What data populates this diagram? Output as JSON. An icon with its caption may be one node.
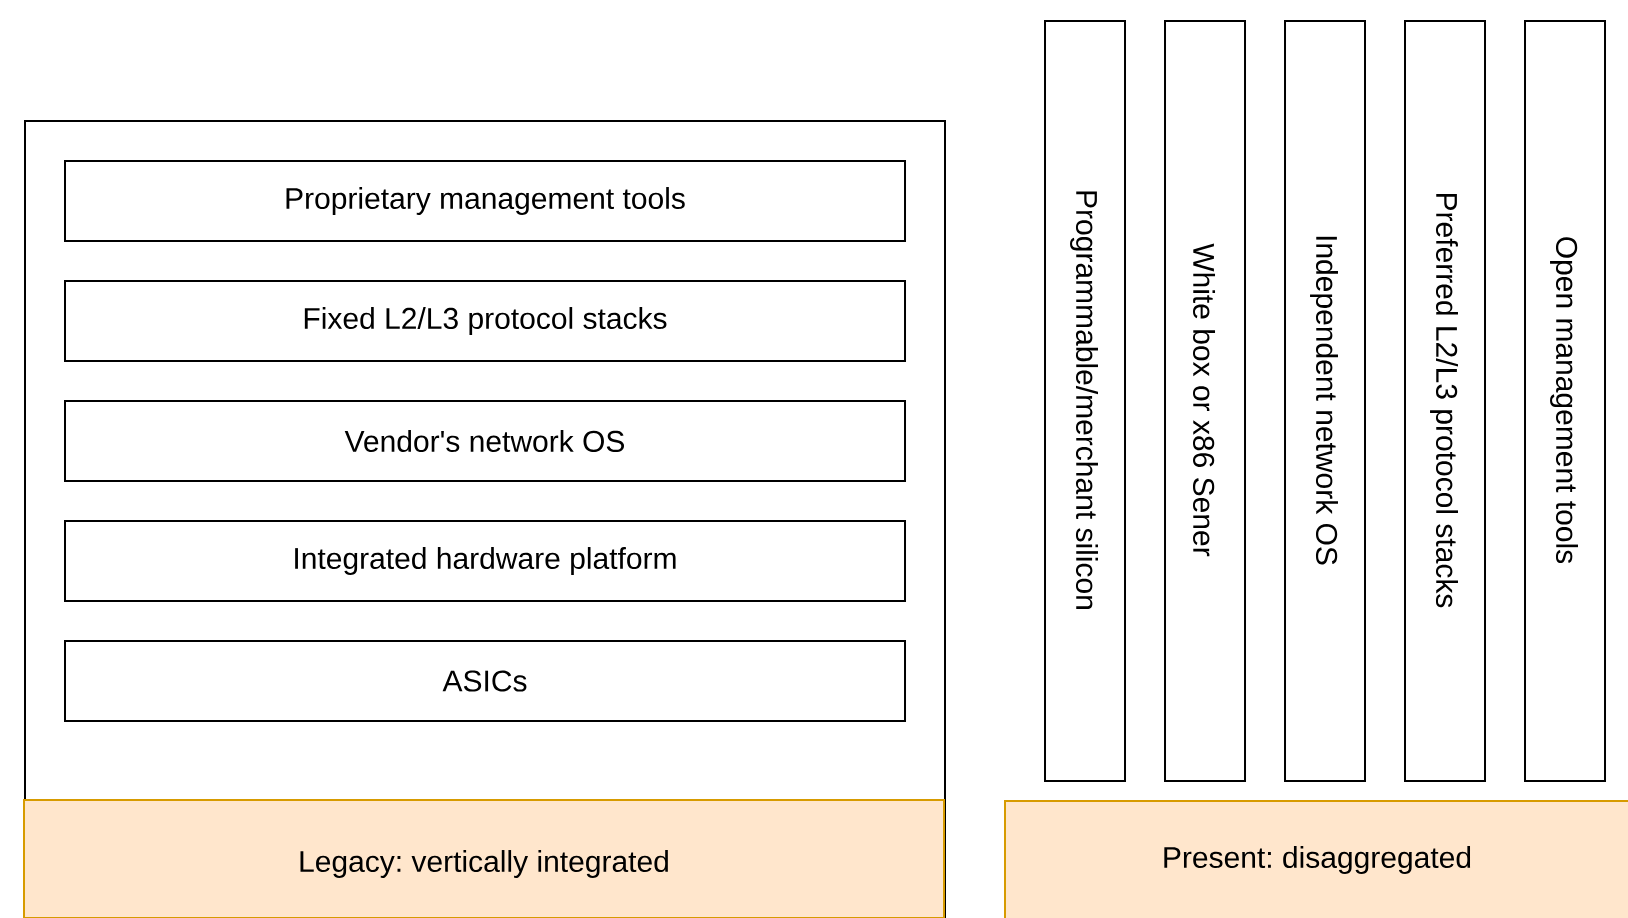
{
  "diagram": {
    "nodes": [
      {
        "text": [
          "Legacy: vertically integrated"
        ]
      },
      {
        "text": [
          "Proprietary management tools"
        ],
        "in": 0
      },
      {
        "text": [
          "Fixed L2/L3 protocol stacks"
        ],
        "in": 0
      },
      {
        "text": [
          "Vendor's network OS"
        ],
        "in": 0
      },
      {
        "text": [
          "Integrated hardware platform"
        ],
        "in": 0
      },
      {
        "text": [
          "ASICs"
        ],
        "in": 0
      },
      {
        "text": [
          "Present: disaggregated"
        ]
      },
      {
        "text": [
          "Programmable/merchant  silicon"
        ]
      },
      {
        "text": [
          "White box or x86 Sener"
        ]
      },
      {
        "text": [
          "Independent network OS"
        ]
      },
      {
        "text": [
          "Preferred L2/L3 protocol stacks"
        ]
      },
      {
        "text": [
          "Open management tools"
        ]
      }
    ]
  }
}
